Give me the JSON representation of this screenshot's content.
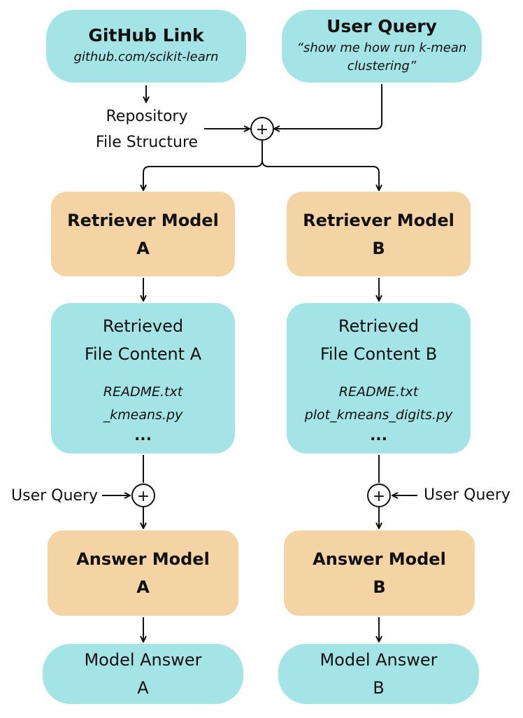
{
  "github": {
    "title": "GitHub Link",
    "url": "github.com/scikit-learn"
  },
  "user_query": {
    "title": "User Query",
    "line1": "“show me how run k-mean",
    "line2": "clustering”"
  },
  "repo_structure": {
    "line1": "Repository",
    "line2": "File Structure"
  },
  "combine_symbol": "+",
  "branch_a": {
    "retriever": {
      "line1": "Retriever Model",
      "line2": "A"
    },
    "retrieved": {
      "line1": "Retrieved",
      "line2": "File Content A",
      "files": [
        "README.txt",
        "_kmeans.py"
      ],
      "more": "..."
    },
    "query_label": "User Query",
    "answer_model": {
      "line1": "Answer Model",
      "line2": "A"
    },
    "model_answer": {
      "line1": "Model Answer",
      "line2": "A"
    }
  },
  "branch_b": {
    "retriever": {
      "line1": "Retriever Model",
      "line2": "B"
    },
    "retrieved": {
      "line1": "Retrieved",
      "line2": "File Content B",
      "files": [
        "README.txt",
        "plot_kmeans_digits.py"
      ],
      "more": "..."
    },
    "query_label": "User Query",
    "answer_model": {
      "line1": "Answer Model",
      "line2": "B"
    },
    "model_answer": {
      "line1": "Model Answer",
      "line2": "B"
    }
  },
  "colors": {
    "input_box": "#a5e4e6",
    "model_box": "#f4d4a4",
    "line": "#111111"
  }
}
